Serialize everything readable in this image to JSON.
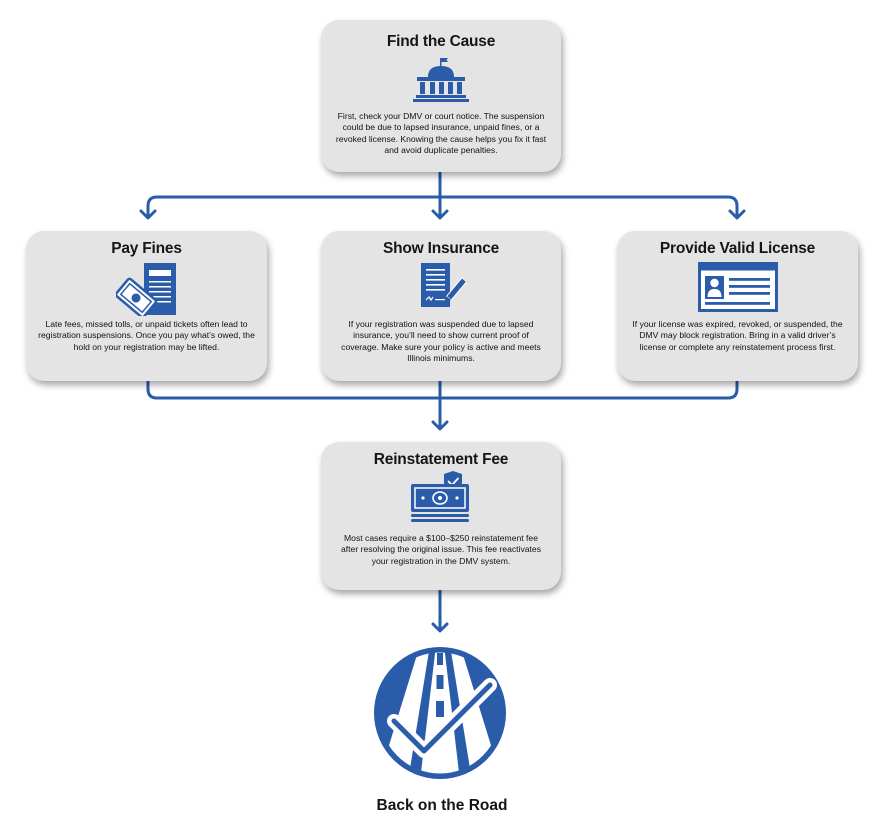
{
  "colors": {
    "accent": "#2a5caa",
    "card_bg": "#e4e4e4"
  },
  "steps": {
    "find_cause": {
      "title": "Find the Cause",
      "icon": "courthouse-icon",
      "text": "First, check your DMV or court notice. The suspension could be due to lapsed insurance, unpaid fines, or a revoked license. Knowing the cause helps you fix it fast and avoid duplicate penalties."
    },
    "pay_fines": {
      "title": "Pay Fines",
      "icon": "money-bill-icon",
      "text": "Late fees, missed tolls, or unpaid tickets often lead to registration suspensions. Once you pay what’s owed, the hold on your registration may be lifted."
    },
    "show_insurance": {
      "title": "Show Insurance",
      "icon": "signed-document-icon",
      "text": "If your registration was suspended due to lapsed insurance, you’ll need to show current proof of coverage. Make sure your policy is active and meets Illinois minimums."
    },
    "valid_license": {
      "title": "Provide Valid License",
      "icon": "id-card-icon",
      "text": "If your license was expired, revoked, or suspended, the DMV may block registration. Bring in a valid driver’s license or complete any reinstatement process first."
    },
    "reinstatement_fee": {
      "title": "Reinstatement Fee",
      "icon": "cash-shield-icon",
      "text": "Most cases require a $100–$250 reinstatement fee after resolving the original issue. This fee reactivates your registration in the DMV system."
    },
    "back_on_road": {
      "title": "Back on the Road",
      "icon": "road-checkmark-icon"
    }
  }
}
